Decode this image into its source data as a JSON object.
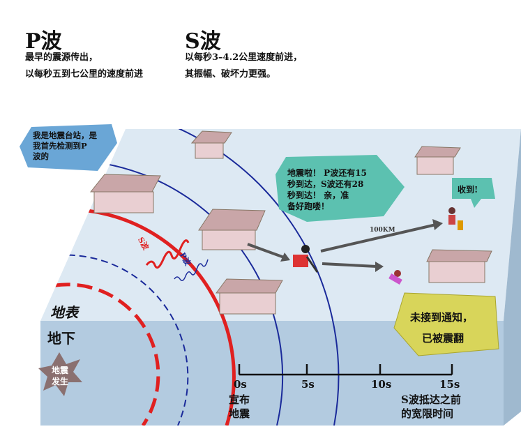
{
  "header": {
    "p_title": "P波",
    "p_desc": [
      "最早的震源传出，",
      "以每秒五到七公里的速度前进"
    ],
    "s_title": "S波",
    "s_desc": [
      "以每秒3–4.2公里速度前进，",
      "其振幅、破坏力更强。"
    ]
  },
  "bubbles": {
    "station": [
      "我是地震台站，是",
      "我首先检测到P",
      "波的"
    ],
    "alert": [
      "地震啦！ P波还有15",
      "秒到达，S波还有28",
      "秒到达！ 亲，准",
      "备好跑喽！"
    ],
    "received": "收到!",
    "not_notified": [
      "未接到通知，",
      "已被震翻"
    ]
  },
  "labels": {
    "surface": "地表",
    "underground": "地下",
    "epicenter": [
      "地震",
      "发生"
    ],
    "s_wave": "S波",
    "p_wave": "P波",
    "distance": "100KM"
  },
  "timeline": {
    "ticks": [
      "0s",
      "5s",
      "10s",
      "15s"
    ],
    "start_label": [
      "宣布",
      "地震"
    ],
    "end_label": [
      "S波抵达之前",
      "的宽限时间"
    ]
  },
  "colors": {
    "s_wave": "#e02020",
    "p_wave": "#1a2a9a",
    "surface": "#dde9f3",
    "underground": "#b3cbe0"
  }
}
